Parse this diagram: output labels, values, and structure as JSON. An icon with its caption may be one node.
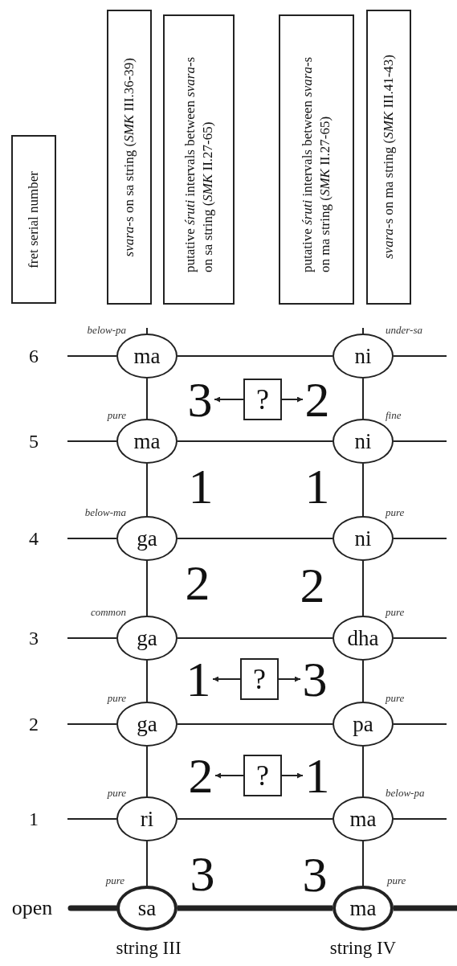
{
  "diagram": {
    "nodes": [
      {
        "text": [
          "fret serial number"
        ]
      },
      {
        "text": [
          "*svara*-s on sa string (*SMK* III.36-39)"
        ]
      },
      {
        "text": [
          "putative *śruti* intervals between *svara*-s on sa string (*SMK* II.27-65)"
        ]
      },
      {
        "text": [
          "putative *śruti* intervals between *svara*-s on ma string (*SMK* II.27-65)"
        ]
      },
      {
        "text": [
          "*svara*-s on ma string (*SMK* III.41-43)"
        ]
      },
      {
        "text": [
          "ma"
        ],
        "beside": [
          "below-pa"
        ]
      },
      {
        "text": [
          "ni"
        ],
        "beside": [
          "under-sa"
        ]
      },
      {
        "text": [
          "3"
        ]
      },
      {
        "text": [
          "?"
        ]
      },
      {
        "text": [
          "2"
        ]
      },
      {
        "text": [
          "ma"
        ],
        "beside": [
          "pure"
        ]
      },
      {
        "text": [
          "ni"
        ],
        "beside": [
          "fine"
        ]
      },
      {
        "text": [
          "ga"
        ],
        "beside": [
          "below-ma"
        ]
      },
      {
        "text": [
          "ni"
        ],
        "beside": [
          "pure"
        ]
      },
      {
        "text": [
          "ga"
        ],
        "beside": [
          "common"
        ]
      },
      {
        "text": [
          "dha"
        ],
        "beside": [
          "pure"
        ]
      },
      {
        "text": [
          "1"
        ]
      },
      {
        "text": [
          "?"
        ]
      },
      {
        "text": [
          "3"
        ]
      },
      {
        "text": [
          "ga"
        ],
        "beside": [
          "pure"
        ]
      },
      {
        "text": [
          "pa"
        ],
        "beside": [
          "pure"
        ]
      },
      {
        "text": [
          "2"
        ]
      },
      {
        "text": [
          "?"
        ]
      },
      {
        "text": [
          "1"
        ]
      },
      {
        "text": [
          "ri"
        ],
        "beside": [
          "pure"
        ]
      },
      {
        "text": [
          "ma"
        ],
        "beside": [
          "below-pa"
        ]
      },
      {
        "text": [
          "sa"
        ],
        "beside": [
          "pure"
        ]
      },
      {
        "text": [
          "ma"
        ],
        "beside": [
          "pure"
        ]
      }
    ],
    "edges": [
      {
        "from": 5,
        "to": 6,
        "arrow": "none"
      },
      {
        "from": 8,
        "to": 7,
        "arrow": "to"
      },
      {
        "from": 8,
        "to": 9,
        "arrow": "to"
      },
      {
        "from": 10,
        "to": 11,
        "arrow": "none"
      },
      {
        "from": 12,
        "to": 13,
        "arrow": "none"
      },
      {
        "from": 14,
        "to": 15,
        "arrow": "none"
      },
      {
        "from": 17,
        "to": 16,
        "arrow": "to"
      },
      {
        "from": 17,
        "to": 18,
        "arrow": "to"
      },
      {
        "from": 19,
        "to": 20,
        "arrow": "none"
      },
      {
        "from": 22,
        "to": 21,
        "arrow": "to"
      },
      {
        "from": 22,
        "to": 23,
        "arrow": "to"
      },
      {
        "from": 24,
        "to": 25,
        "arrow": "none"
      },
      {
        "from": 26,
        "to": 27,
        "arrow": "none",
        "style": "thick"
      },
      {
        "from": 5,
        "to": 10,
        "arrow": "none"
      },
      {
        "from": 10,
        "to": 12,
        "arrow": "none"
      },
      {
        "from": 12,
        "to": 14,
        "arrow": "none"
      },
      {
        "from": 14,
        "to": 19,
        "arrow": "none"
      },
      {
        "from": 19,
        "to": 24,
        "arrow": "none"
      },
      {
        "from": 24,
        "to": 26,
        "arrow": "none"
      },
      {
        "from": 6,
        "to": 11,
        "arrow": "none"
      },
      {
        "from": 11,
        "to": 13,
        "arrow": "none"
      },
      {
        "from": 13,
        "to": 15,
        "arrow": "none"
      },
      {
        "from": 15,
        "to": 20,
        "arrow": "none"
      },
      {
        "from": 20,
        "to": 25,
        "arrow": "none"
      },
      {
        "from": 25,
        "to": 27,
        "arrow": "none"
      }
    ],
    "labels": [
      "6",
      "5",
      "1",
      "1",
      "4",
      "2",
      "2",
      "3",
      "2",
      "1",
      "3",
      "3",
      "open",
      "string III",
      "string IV"
    ]
  }
}
